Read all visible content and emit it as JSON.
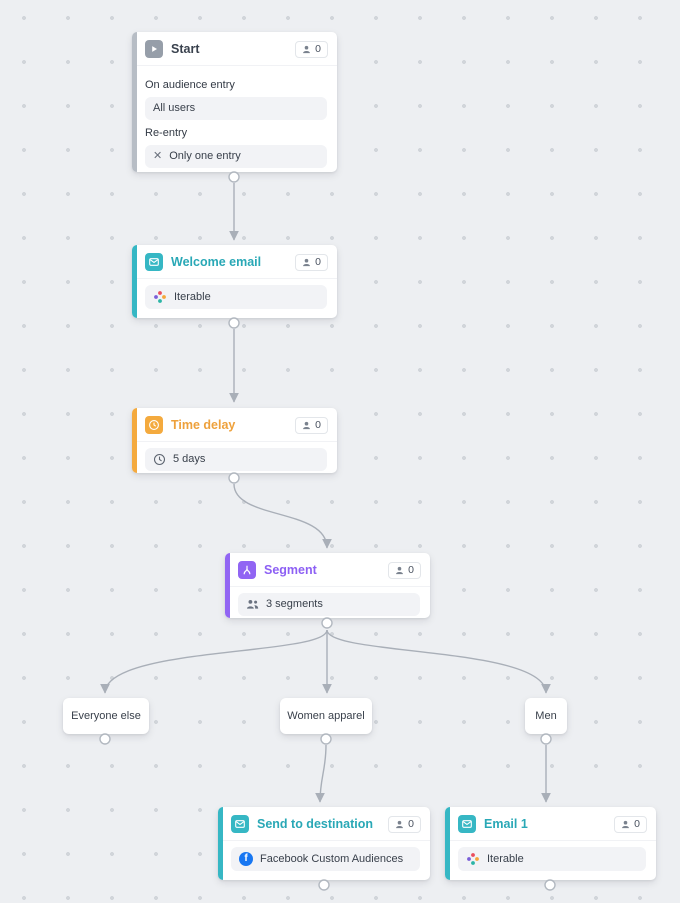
{
  "canvas": {
    "background": "#edeff2",
    "dot_color": "#d1d5da"
  },
  "colors": {
    "arrow": "#a9afb8",
    "start_accent": "#b7bdc5",
    "email_accent": "#36b7c4",
    "delay_accent": "#f4aa3e",
    "segment_accent": "#9165f3",
    "facebook_blue": "#1877f2"
  },
  "icons": {
    "start": "play-icon",
    "welcome_email": "envelope-icon",
    "time_delay": "clock-icon",
    "segment": "split-icon",
    "send_to_destination": "envelope-icon",
    "email_1": "envelope-icon",
    "badge": "person-icon",
    "iterable_chip": "iterable-logo",
    "facebook_chip": "facebook-icon",
    "segments_chip": "people-icon",
    "delay_chip": "clock-icon",
    "reentry_chip": "close-icon"
  },
  "nodes": {
    "start": {
      "title": "Start",
      "badge": "0",
      "entry_label": "On audience entry",
      "entry_value": "All users",
      "reentry_label": "Re-entry",
      "reentry_value": "Only one entry"
    },
    "welcome_email": {
      "title": "Welcome email",
      "badge": "0",
      "channel": "Iterable"
    },
    "time_delay": {
      "title": "Time delay",
      "badge": "0",
      "duration": "5 days"
    },
    "segment": {
      "title": "Segment",
      "badge": "0",
      "summary": "3 segments"
    },
    "send_to_destination": {
      "title": "Send to destination",
      "badge": "0",
      "destination": "Facebook Custom Audiences"
    },
    "email_1": {
      "title": "Email 1",
      "badge": "0",
      "channel": "Iterable"
    }
  },
  "branches": {
    "everyone_else": "Everyone else",
    "women_apparel": "Women apparel",
    "men": "Men"
  }
}
